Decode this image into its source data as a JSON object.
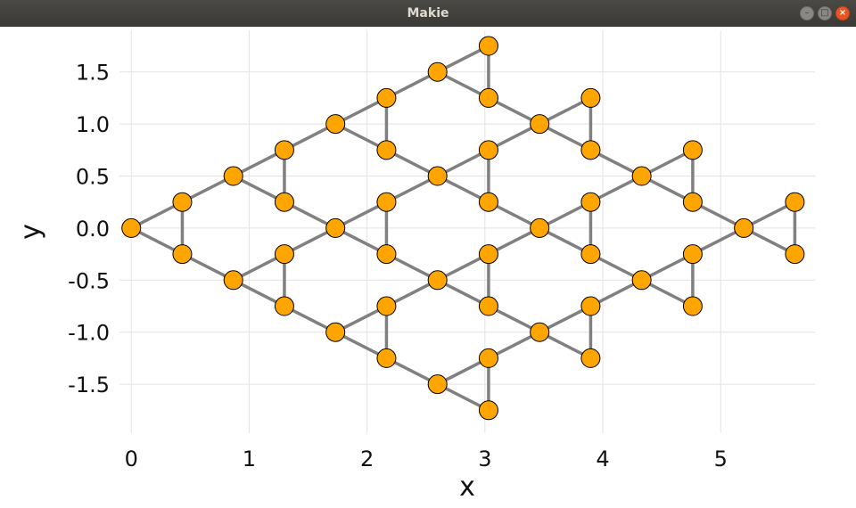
{
  "window": {
    "title": "Makie"
  },
  "chart_data": {
    "type": "scatter",
    "subtype": "graph",
    "title": "",
    "xlabel": "x",
    "ylabel": "y",
    "xlim": [
      -0.1,
      5.8
    ],
    "ylim": [
      -1.97,
      1.9
    ],
    "grid": true,
    "xticks": [
      0,
      1,
      2,
      3,
      4,
      5
    ],
    "xtick_labels": [
      "0",
      "1",
      "2",
      "3",
      "4",
      "5"
    ],
    "yticks": [
      1.5,
      1.0,
      0.5,
      0.0,
      -0.5,
      -1.0,
      -1.5
    ],
    "ytick_labels": [
      "1.5",
      "1.0",
      "0.5",
      "0.0",
      "-0.5",
      "-1.0",
      "-1.5"
    ],
    "colors": {
      "node_fill": "#ffa500",
      "node_stroke": "#000000",
      "edge": "#808080",
      "grid": "#e3e3e3"
    },
    "nodes": [
      {
        "x": 0.0,
        "y": 0.0
      },
      {
        "x": 0.433,
        "y": 0.25
      },
      {
        "x": 0.433,
        "y": -0.25
      },
      {
        "x": 0.866,
        "y": 0.5
      },
      {
        "x": 0.866,
        "y": -0.5
      },
      {
        "x": 1.299,
        "y": 0.75
      },
      {
        "x": 1.299,
        "y": 0.25
      },
      {
        "x": 1.299,
        "y": -0.25
      },
      {
        "x": 1.299,
        "y": -0.75
      },
      {
        "x": 1.732,
        "y": 1.0
      },
      {
        "x": 1.732,
        "y": 0.0
      },
      {
        "x": 1.732,
        "y": -1.0
      },
      {
        "x": 2.165,
        "y": 1.25
      },
      {
        "x": 2.165,
        "y": 0.75
      },
      {
        "x": 2.165,
        "y": 0.25
      },
      {
        "x": 2.165,
        "y": -0.25
      },
      {
        "x": 2.165,
        "y": -0.75
      },
      {
        "x": 2.165,
        "y": -1.25
      },
      {
        "x": 2.598,
        "y": 1.5
      },
      {
        "x": 2.598,
        "y": 0.5
      },
      {
        "x": 2.598,
        "y": -0.5
      },
      {
        "x": 2.598,
        "y": -1.5
      },
      {
        "x": 3.031,
        "y": 1.75
      },
      {
        "x": 3.031,
        "y": 1.25
      },
      {
        "x": 3.031,
        "y": 0.75
      },
      {
        "x": 3.031,
        "y": 0.25
      },
      {
        "x": 3.031,
        "y": -0.25
      },
      {
        "x": 3.031,
        "y": -0.75
      },
      {
        "x": 3.031,
        "y": -1.25
      },
      {
        "x": 3.031,
        "y": -1.75
      },
      {
        "x": 3.464,
        "y": 1.0
      },
      {
        "x": 3.464,
        "y": 0.0
      },
      {
        "x": 3.464,
        "y": -1.0
      },
      {
        "x": 3.897,
        "y": 1.25
      },
      {
        "x": 3.897,
        "y": 0.75
      },
      {
        "x": 3.897,
        "y": 0.25
      },
      {
        "x": 3.897,
        "y": -0.25
      },
      {
        "x": 3.897,
        "y": -0.75
      },
      {
        "x": 3.897,
        "y": -1.25
      },
      {
        "x": 4.33,
        "y": 0.5
      },
      {
        "x": 4.33,
        "y": -0.5
      },
      {
        "x": 4.763,
        "y": 0.75
      },
      {
        "x": 4.763,
        "y": 0.25
      },
      {
        "x": 4.763,
        "y": -0.25
      },
      {
        "x": 4.763,
        "y": -0.75
      },
      {
        "x": 5.196,
        "y": 0.0
      },
      {
        "x": 5.629,
        "y": 0.25
      },
      {
        "x": 5.629,
        "y": -0.25
      }
    ],
    "edges": [
      [
        0,
        1
      ],
      [
        0,
        2
      ],
      [
        1,
        2
      ],
      [
        1,
        3
      ],
      [
        2,
        4
      ],
      [
        3,
        5
      ],
      [
        3,
        6
      ],
      [
        5,
        6
      ],
      [
        4,
        7
      ],
      [
        4,
        8
      ],
      [
        7,
        8
      ],
      [
        5,
        9
      ],
      [
        6,
        10
      ],
      [
        7,
        10
      ],
      [
        8,
        11
      ],
      [
        9,
        12
      ],
      [
        9,
        13
      ],
      [
        10,
        14
      ],
      [
        10,
        15
      ],
      [
        11,
        16
      ],
      [
        11,
        17
      ],
      [
        12,
        13
      ],
      [
        14,
        15
      ],
      [
        16,
        17
      ],
      [
        13,
        19
      ],
      [
        14,
        19
      ],
      [
        15,
        20
      ],
      [
        16,
        20
      ],
      [
        12,
        18
      ],
      [
        17,
        21
      ],
      [
        18,
        22
      ],
      [
        18,
        23
      ],
      [
        22,
        23
      ],
      [
        19,
        24
      ],
      [
        19,
        25
      ],
      [
        24,
        25
      ],
      [
        20,
        26
      ],
      [
        20,
        27
      ],
      [
        26,
        27
      ],
      [
        21,
        28
      ],
      [
        21,
        29
      ],
      [
        28,
        29
      ],
      [
        23,
        30
      ],
      [
        24,
        30
      ],
      [
        25,
        31
      ],
      [
        26,
        31
      ],
      [
        27,
        32
      ],
      [
        28,
        32
      ],
      [
        30,
        33
      ],
      [
        30,
        34
      ],
      [
        33,
        34
      ],
      [
        31,
        35
      ],
      [
        31,
        36
      ],
      [
        35,
        36
      ],
      [
        32,
        37
      ],
      [
        32,
        38
      ],
      [
        37,
        38
      ],
      [
        34,
        39
      ],
      [
        35,
        39
      ],
      [
        36,
        40
      ],
      [
        37,
        40
      ],
      [
        39,
        41
      ],
      [
        39,
        42
      ],
      [
        41,
        42
      ],
      [
        40,
        43
      ],
      [
        40,
        44
      ],
      [
        43,
        44
      ],
      [
        42,
        45
      ],
      [
        43,
        45
      ],
      [
        45,
        46
      ],
      [
        45,
        47
      ],
      [
        46,
        47
      ]
    ]
  }
}
